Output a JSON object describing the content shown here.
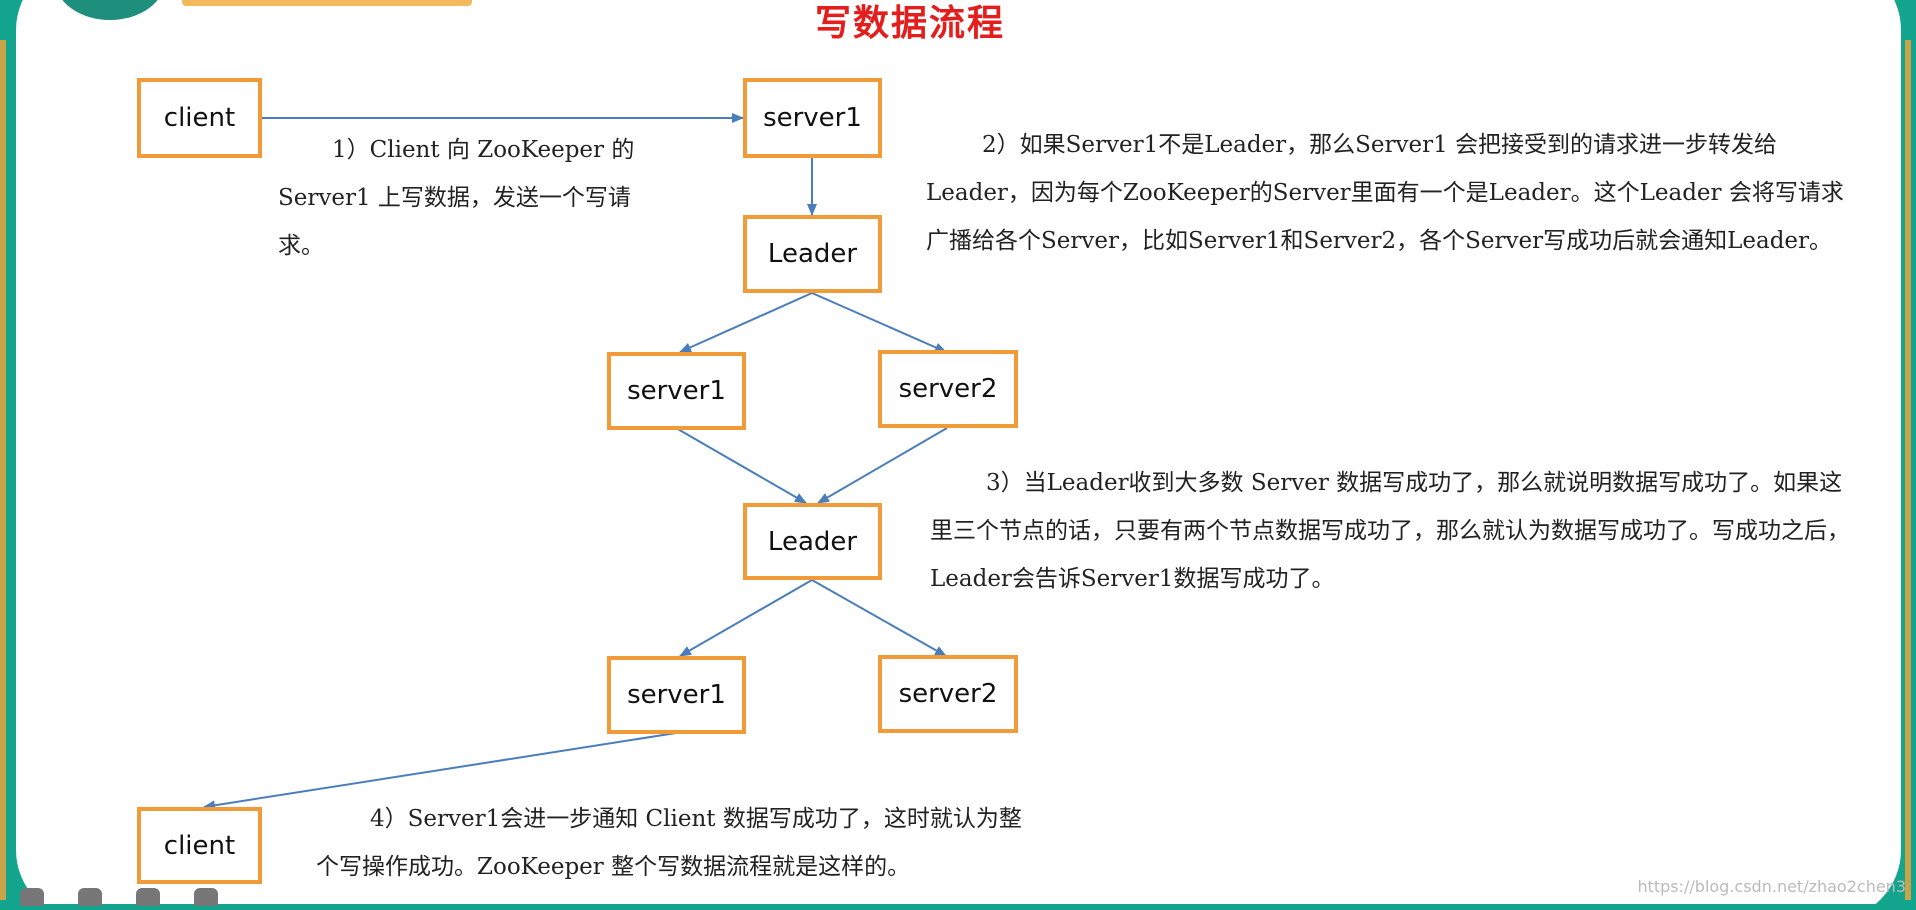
{
  "title": "写数据流程",
  "nodes": {
    "client_top": "client",
    "server1_top": "server1",
    "leader_1": "Leader",
    "server1_mid": "server1",
    "server2_mid": "server2",
    "leader_2": "Leader",
    "server1_low": "server1",
    "server2_low": "server2",
    "client_bottom": "client"
  },
  "steps": {
    "step1": "1）Client 向 ZooKeeper 的 Server1 上写数据，发送一个写请求。",
    "step2": "2）如果Server1不是Leader，那么Server1 会把接受到的请求进一步转发给Leader，因为每个ZooKeeper的Server里面有一个是Leader。这个Leader 会将写请求广播给各个Server，比如Server1和Server2，各个Server写成功后就会通知Leader。",
    "step3": "3）当Leader收到大多数 Server 数据写成功了，那么就说明数据写成功了。如果这里三个节点的话，只要有两个节点数据写成功了，那么就认为数据写成功了。写成功之后，Leader会告诉Server1数据写成功了。",
    "step4": "4）Server1会进一步通知 Client 数据写成功了，这时就认为整个写操作成功。ZooKeeper 整个写数据流程就是这样的。"
  },
  "watermark": "https://blog.csdn.net/zhao2chen3",
  "colors": {
    "title": "#e41d1d",
    "node_border": "#f19a38",
    "edge": "#4a7ebb",
    "background": "#14a58f",
    "accent_stripes": "#e9a23b"
  }
}
